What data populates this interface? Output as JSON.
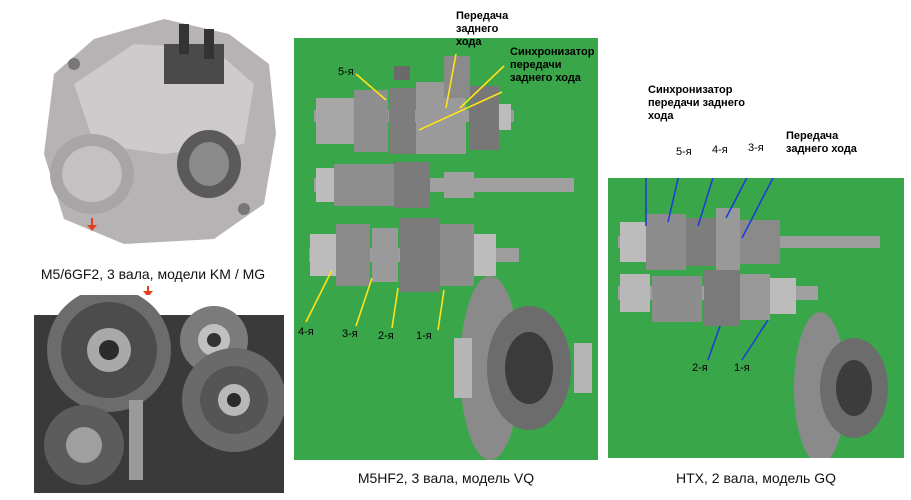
{
  "left": {
    "caption": "M5/6GF2, 3 вала, модели KM / MG",
    "arrow_color": "#e2401c"
  },
  "middle": {
    "caption": "M5HF2, 3 вала, модель VQ",
    "labels": {
      "reverse_gear": "Передача\nзаднего\nхода",
      "reverse_sync": "Синхронизатор\nпередачи\nзаднего хода",
      "g5": "5-я",
      "g4": "4-я",
      "g3": "3-я",
      "g2": "2-я",
      "g1": "1-я"
    }
  },
  "right": {
    "caption": "HTX, 2 вала, модель GQ",
    "labels": {
      "reverse_sync": "Синхронизатор\nпередачи заднего\nхода",
      "reverse_gear": "Передача\nзаднего хода",
      "g5": "5-я",
      "g4": "4-я",
      "g3": "3-я",
      "g2": "2-я",
      "g1": "1-я"
    }
  },
  "colors": {
    "panel_green": "#3aa64a",
    "pointer_yellow": "#ffe21a",
    "pointer_blue": "#1c3fd6"
  }
}
